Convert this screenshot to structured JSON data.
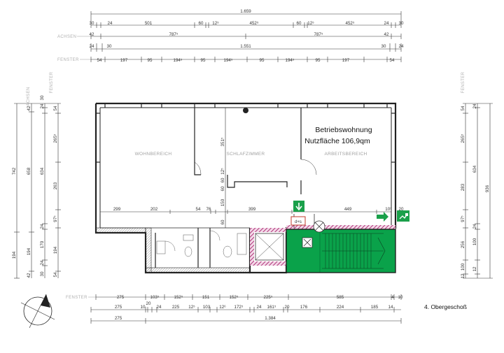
{
  "top_dimensions": {
    "row1": {
      "total": "1.659",
      "segments": [
        "30",
        "24",
        "501",
        "60",
        "12⁵",
        "452⁵",
        "60",
        "12⁵",
        "452⁵",
        "24",
        "30"
      ]
    },
    "achsen": {
      "label": "ACHSEN",
      "segments": [
        "42",
        "787⁵",
        "787⁵",
        "42"
      ]
    },
    "row3": {
      "total": "1.551",
      "segments": [
        "24",
        "30",
        "30",
        "24"
      ]
    },
    "fenster": {
      "label": "FENSTER",
      "segments": [
        "54",
        "197",
        "95",
        "194⁵",
        "95",
        "194⁵",
        "95",
        "194⁵",
        "95",
        "197",
        "54"
      ]
    }
  },
  "left_dimensions": {
    "labels": [
      "ACHSEN",
      "FENSTER"
    ],
    "outer": [
      "742",
      "194"
    ],
    "middle": [
      "658",
      "194",
      "42"
    ],
    "inner": [
      "42",
      "24",
      "30",
      "634",
      "24",
      "170",
      "24",
      "30"
    ],
    "fenster": [
      "54",
      "265⁵",
      "263",
      "97⁵",
      "194",
      "54"
    ]
  },
  "right_dimensions": {
    "label": "FENSTER",
    "outer": [
      "936"
    ],
    "middle": [
      "24",
      "634",
      "24",
      "100",
      "12"
    ],
    "fenster": [
      "54",
      "265⁵",
      "283",
      "97⁵",
      "256",
      "100",
      "12"
    ]
  },
  "bottom_dimensions": {
    "fenster": {
      "label": "FENSTER",
      "segments": [
        "275",
        "103⁵",
        "152⁵",
        "151",
        "152⁵",
        "225⁵",
        "585",
        "4",
        "10"
      ]
    },
    "row2": {
      "segments": [
        "275",
        "10",
        "20",
        "24",
        "225",
        "12⁵",
        "103",
        "12⁶",
        "172⁵",
        "24",
        "161⁵",
        "20",
        "176",
        "224",
        "185",
        "14"
      ]
    },
    "row3": {
      "segments": [
        "275",
        "1.384"
      ]
    }
  },
  "interior_dimensions": {
    "horizontal": [
      "299",
      "202",
      "54",
      "76",
      "399",
      "449",
      "10⁵",
      "20"
    ],
    "vertical": [
      "351⁵",
      "60",
      "12⁵",
      "60",
      "150",
      "60"
    ]
  },
  "rooms": {
    "wohnbereich": "WOHNBEREICH",
    "schlafzimmer": "SCHLAFZIMMER",
    "arbeitsbereich": "ARBEITSBEREICH"
  },
  "apartment": {
    "name": "Betriebswohnung",
    "area": "Nutzfläche 106,9qm"
  },
  "symbols": {
    "smoke_detector": "d+s"
  },
  "floor_label": "4. Obergeschoß",
  "colors": {
    "stairwell_fill": "#0aa24a",
    "fire_wall_hatch": "#b0357a",
    "exit_sign_green": "#1aa04a"
  }
}
